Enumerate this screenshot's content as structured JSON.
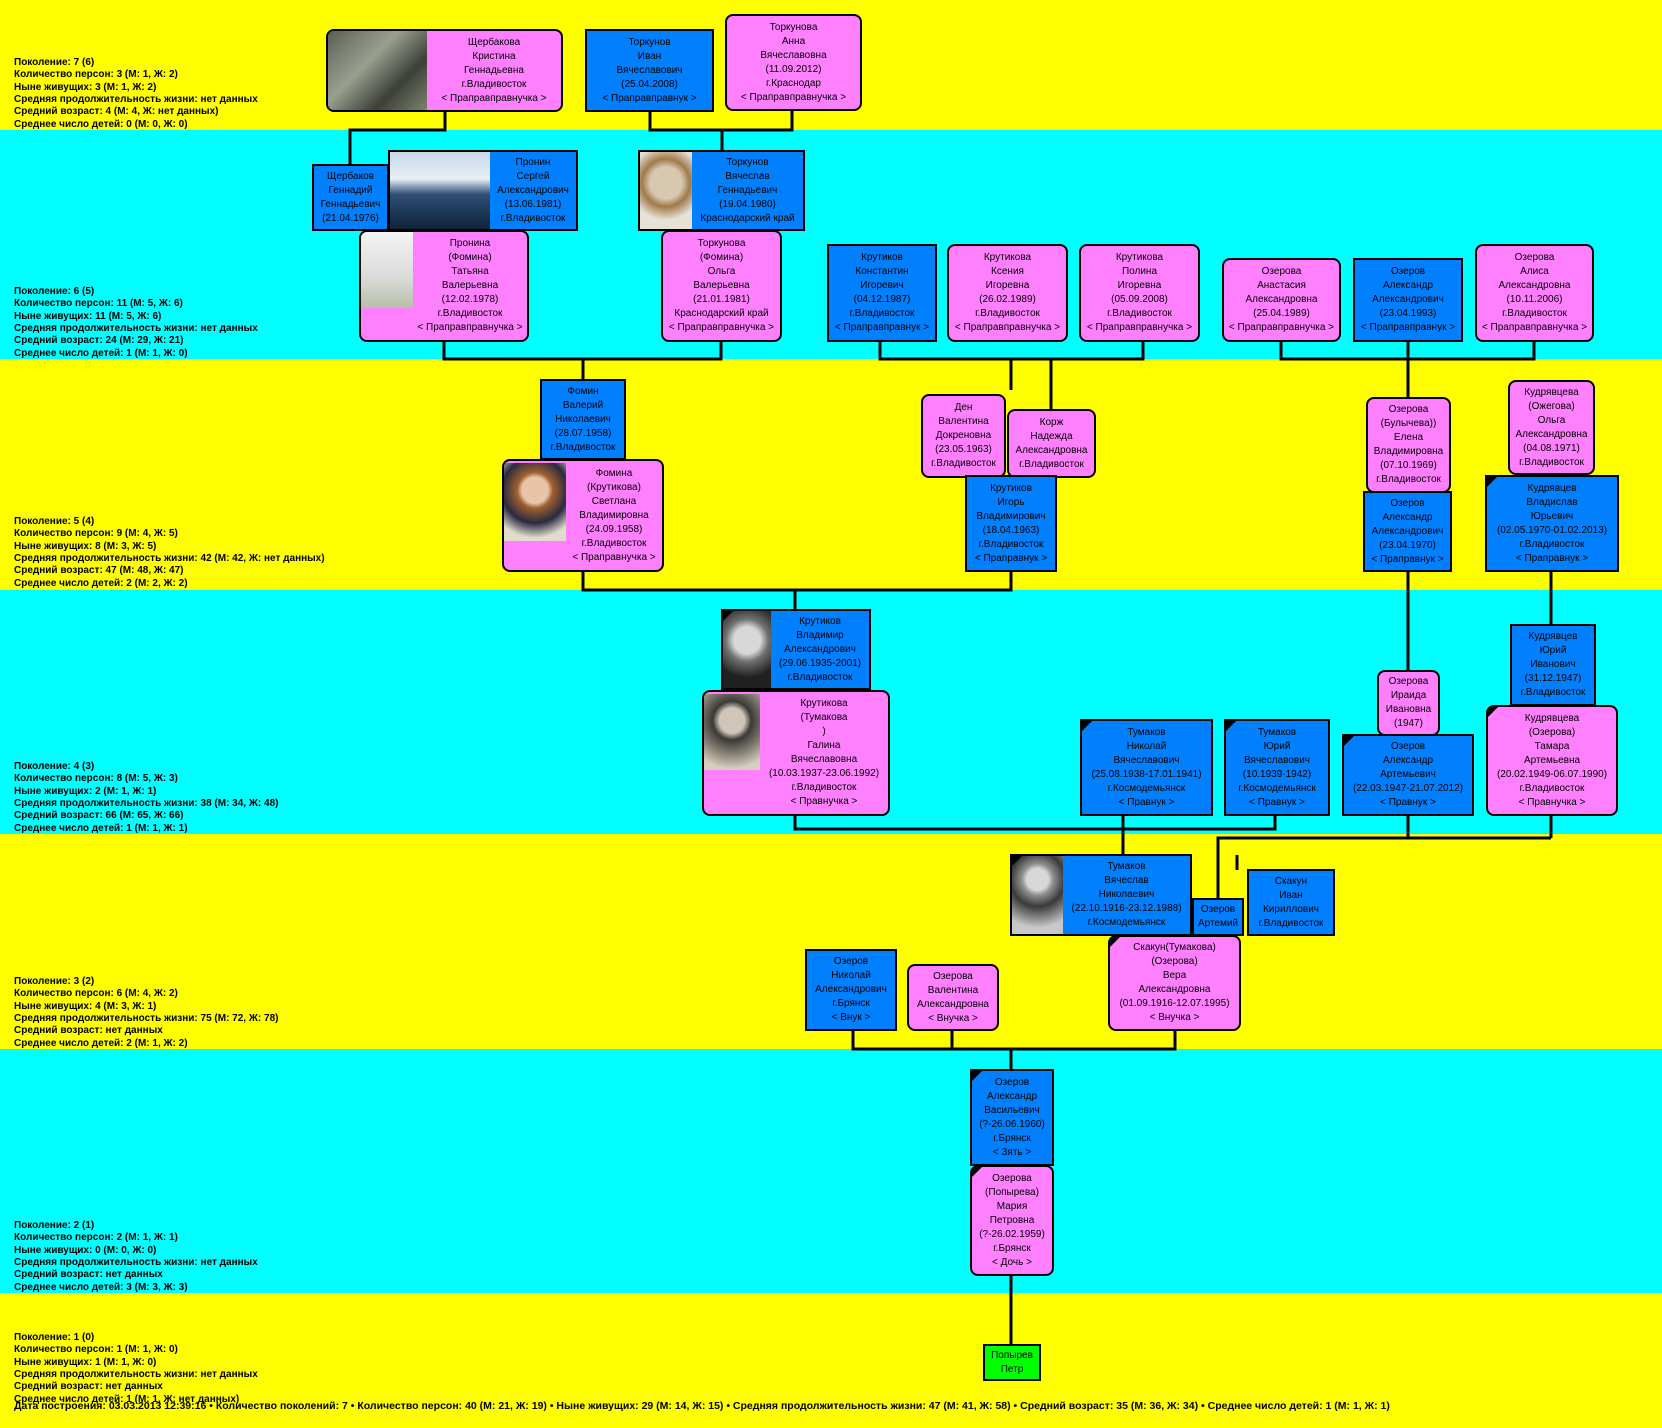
{
  "generations": [
    {
      "lines": [
        "Поколение: 7 (6)",
        "Количество персон: 3 (М: 1, Ж: 2)",
        "Ныне живущих: 3 (М: 1, Ж: 2)",
        "Средняя продолжительность жизни: нет данных",
        "Средний возраст: 4 (М: 4, Ж: нет данных)",
        "Среднее число детей: 0 (М: 0, Ж: 0)"
      ]
    },
    {
      "lines": [
        "Поколение: 6 (5)",
        "Количество персон: 11 (М: 5, Ж: 6)",
        "Ныне живущих: 11 (М: 5, Ж: 6)",
        "Средняя продолжительность жизни: нет данных",
        "Средний возраст: 24 (М: 29, Ж: 21)",
        "Среднее число детей: 1 (М: 1, Ж: 0)"
      ]
    },
    {
      "lines": [
        "Поколение: 5 (4)",
        "Количество персон: 9 (М: 4, Ж: 5)",
        "Ныне живущих: 8 (М: 3, Ж: 5)",
        "Средняя продолжительность жизни: 42 (М: 42, Ж: нет данных)",
        "Средний возраст: 47 (М: 48, Ж: 47)",
        "Среднее число детей: 2 (М: 2, Ж: 2)"
      ]
    },
    {
      "lines": [
        "Поколение: 4 (3)",
        "Количество персон: 8 (М: 5, Ж: 3)",
        "Ныне живущих: 2 (М: 1, Ж: 1)",
        "Средняя продолжительность жизни: 38 (М: 34, Ж: 48)",
        "Средний возраст: 66 (М: 65, Ж: 66)",
        "Среднее число детей: 1 (М: 1, Ж: 1)"
      ]
    },
    {
      "lines": [
        "Поколение: 3 (2)",
        "Количество персон: 6 (М: 4, Ж: 2)",
        "Ныне живущих: 4 (М: 3, Ж: 1)",
        "Средняя продолжительность жизни: 75 (М: 72, Ж: 78)",
        "Средний возраст: нет данных",
        "Среднее число детей: 2 (М: 1, Ж: 2)"
      ]
    },
    {
      "lines": [
        "Поколение: 2 (1)",
        "Количество персон: 2 (М: 1, Ж: 1)",
        "Ныне живущих: 0 (М: 0, Ж: 0)",
        "Средняя продолжительность жизни: нет данных",
        "Средний возраст: нет данных",
        "Среднее число детей: 3 (М: 3, Ж: 3)"
      ]
    },
    {
      "lines": [
        "Поколение: 1 (0)",
        "Количество персон: 1 (М: 1, Ж: 0)",
        "Ныне живущих: 1 (М: 1, Ж: 0)",
        "Средняя продолжительность жизни: нет данных",
        "Средний возраст: нет данных",
        "Среднее число детей: 1 (М: 1, Ж: нет данных)"
      ]
    }
  ],
  "persons": [
    {
      "id": "p_scherbakova_k",
      "sex": "f",
      "photo": "child-portrait",
      "lines": [
        "Щербакова",
        "Кристина",
        "Геннадьевна",
        "г.Владивосток",
        "< Праправправнучка >"
      ]
    },
    {
      "id": "p_torkunov_i",
      "sex": "m",
      "lines": [
        "Торкунов",
        "Иван",
        "Вячеславович",
        "(25.04.2008)",
        "< Праправправнук >"
      ]
    },
    {
      "id": "p_torkunova_a",
      "sex": "f",
      "lines": [
        "Торкунова",
        "Анна",
        "Вячеславовна",
        "(11.09.2012)",
        "г.Краснодар",
        "< Праправправнучка >"
      ]
    },
    {
      "id": "p_scherbakov_g",
      "sex": "m",
      "lines": [
        "Щербаков",
        "Геннадий",
        "Геннадьевич",
        "(21.04.1976)"
      ]
    },
    {
      "id": "p_pronin_s",
      "sex": "m",
      "photo": "landscape-portrait",
      "lines": [
        "Пронин",
        "Сергей",
        "Александрович",
        "(13.06.1981)",
        "г.Владивосток"
      ]
    },
    {
      "id": "p_torkunov_v",
      "sex": "m",
      "photo": "woman-portrait",
      "lines": [
        "Торкунов",
        "Вячеслав",
        "Геннадьевич",
        "(19.04.1980)",
        "Краснодарский край"
      ]
    },
    {
      "id": "p_pronina_t",
      "sex": "f",
      "photo": "bride-portrait",
      "lines": [
        "Пронина",
        "(Фомина)",
        "Татьяна",
        "Валерьевна",
        "(12.02.1978)",
        "г.Владивосток",
        "< Праправправнучка >"
      ]
    },
    {
      "id": "p_torkunova_o",
      "sex": "f",
      "lines": [
        "Торкунова",
        "(Фомина)",
        "Ольга",
        "Валерьевна",
        "(21.01.1981)",
        "Краснодарский край",
        "< Праправправнучка >"
      ]
    },
    {
      "id": "p_krutikov_k",
      "sex": "m",
      "lines": [
        "Крутиков",
        "Константин",
        "Игоревич",
        "(04.12.1987)",
        "г.Владивосток",
        "< Праправправнук >"
      ]
    },
    {
      "id": "p_krutikova_k",
      "sex": "f",
      "lines": [
        "Крутикова",
        "Ксения",
        "Игоревна",
        "(26.02.1989)",
        "г.Владивосток",
        "< Праправправнучка >"
      ]
    },
    {
      "id": "p_krutikova_p",
      "sex": "f",
      "lines": [
        "Крутикова",
        "Полина",
        "Игоревна",
        "(05.09.2008)",
        "г.Владивосток",
        "< Праправправнучка >"
      ]
    },
    {
      "id": "p_ozerova_an",
      "sex": "f",
      "lines": [
        "Озерова",
        "Анастасия",
        "Александровна",
        "(25.04.1989)",
        "< Праправправнучка >"
      ]
    },
    {
      "id": "p_ozerov_a6",
      "sex": "m",
      "lines": [
        "Озеров",
        "Александр",
        "Александрович",
        "(23.04.1993)",
        "< Праправправнук >"
      ]
    },
    {
      "id": "p_ozerova_al",
      "sex": "f",
      "lines": [
        "Озерова",
        "Алиса",
        "Александровна",
        "(10.11.2006)",
        "г.Владивосток",
        "< Праправправнучка >"
      ]
    },
    {
      "id": "p_fomin_v",
      "sex": "m",
      "lines": [
        "Фомин",
        "Валерий",
        "Николаевич",
        "(28.07.1958)",
        "г.Владивосток"
      ]
    },
    {
      "id": "p_fomina_s",
      "sex": "f",
      "photo": "woman-portrait",
      "lines": [
        "Фомина",
        "(Крутикова)",
        "Светлана",
        "Владимировна",
        "(24.09.1958)",
        "г.Владивосток",
        "< Праправнучка >"
      ]
    },
    {
      "id": "p_den_v",
      "sex": "f",
      "lines": [
        "Ден",
        "Валентина",
        "Докреновна",
        "(23.05.1963)",
        "г.Владивосток"
      ]
    },
    {
      "id": "p_korzh_n",
      "sex": "f",
      "lines": [
        "Корж",
        "Надежда",
        "Александровна",
        "г.Владивосток"
      ]
    },
    {
      "id": "p_krutikov_i",
      "sex": "m",
      "lines": [
        "Крутиков",
        "Игорь",
        "Владимирович",
        "(18.04.1963)",
        "г.Владивосток",
        "< Праправнук >"
      ]
    },
    {
      "id": "p_ozerova_e",
      "sex": "f",
      "lines": [
        "Озерова",
        "(Булычева))",
        "Елена",
        "Владимировна",
        "(07.10.1969)",
        "г.Владивосток"
      ]
    },
    {
      "id": "p_ozerov_a5",
      "sex": "m",
      "lines": [
        "Озеров",
        "Александр",
        "Александрович",
        "(23.04.1970)",
        "< Праправнук >"
      ]
    },
    {
      "id": "p_kudryavtseva_o",
      "sex": "f",
      "lines": [
        "Кудрявцева",
        "(Ожегова)",
        "Ольга",
        "Александровна",
        "(04.08.1971)",
        "г.Владивосток"
      ]
    },
    {
      "id": "p_kudryavtsev_v",
      "sex": "m",
      "dead": true,
      "lines": [
        "Кудрявцев",
        "Владислав",
        "Юрьевич",
        "(02.05.1970-01.02.2013)",
        "г.Владивосток",
        "< Праправнук >"
      ]
    },
    {
      "id": "p_krutikov_v",
      "sex": "m",
      "dead": true,
      "photo": "man-portrait",
      "lines": [
        "Крутиков",
        "Владимир",
        "Александрович",
        "(29.06.1935-2001)",
        "г.Владивосток"
      ]
    },
    {
      "id": "p_krutikova_g",
      "sex": "f",
      "photo": "woman-portrait",
      "lines": [
        "Крутикова",
        "(Тумакова",
        ")",
        "Галина",
        "Вячеславовна",
        "(10.03.1937-23.06.1992)",
        "г.Владивосток",
        "< Правнучка >"
      ]
    },
    {
      "id": "p_tumakov_n",
      "sex": "m",
      "dead": true,
      "lines": [
        "Тумаков",
        "Николай",
        "Вячеславович",
        "(25.08.1938-17.01.1941)",
        "г.Космодемьянск",
        "< Правнук >"
      ]
    },
    {
      "id": "p_tumakov_y",
      "sex": "m",
      "dead": true,
      "lines": [
        "Тумаков",
        "Юрий",
        "Вячеславович",
        "(10.1939-1942)",
        "г.Космодемьянск",
        "< Правнук >"
      ]
    },
    {
      "id": "p_ozerova_i",
      "sex": "f",
      "lines": [
        "Озерова",
        "Ираида",
        "Ивановна",
        "(1947)"
      ]
    },
    {
      "id": "p_ozerov_a4",
      "sex": "m",
      "dead": true,
      "lines": [
        "Озеров",
        "Александр",
        "Артемьевич",
        "(22.03.1947-21.07.2012)",
        "< Правнук >"
      ]
    },
    {
      "id": "p_kudryavtsev_y",
      "sex": "m",
      "lines": [
        "Кудрявцев",
        "Юрий",
        "Иванович",
        "(31.12.1947)",
        "г.Владивосток"
      ]
    },
    {
      "id": "p_kudryavtseva_t",
      "sex": "f",
      "dead": true,
      "lines": [
        "Кудрявцева",
        "(Озерова)",
        "Тамара",
        "Артемьевна",
        "(20.02.1949-06.07.1990)",
        "г.Владивосток",
        "< Правнучка >"
      ]
    },
    {
      "id": "p_tumakov_v",
      "sex": "m",
      "dead": true,
      "photo": "veteran-portrait",
      "lines": [
        "Тумаков",
        "Вячеслав",
        "Николаевич",
        "(22.10.1916-23.12.1988)",
        "г.Космодемьянск"
      ]
    },
    {
      "id": "p_ozerov_art",
      "sex": "m",
      "lines": [
        "Озеров",
        "Артемий"
      ]
    },
    {
      "id": "p_skakun_i",
      "sex": "m",
      "lines": [
        "Скакун",
        "Иван",
        "Кириллович",
        "г.Владивосток"
      ]
    },
    {
      "id": "p_ozerov_n",
      "sex": "m",
      "lines": [
        "Озеров",
        "Николай",
        "Александрович",
        "г.Брянск",
        "< Внук >"
      ]
    },
    {
      "id": "p_ozerova_v",
      "sex": "f",
      "lines": [
        "Озерова",
        "Валентина",
        "Александровна",
        "< Внучка >"
      ]
    },
    {
      "id": "p_skakun_v",
      "sex": "f",
      "dead": true,
      "lines": [
        "Скакун(Тумакова)",
        "(Озерова)",
        "Вера",
        "Александровна",
        "(01.09.1916-12.07.1995)",
        "< Внучка >"
      ]
    },
    {
      "id": "p_ozerov_a2",
      "sex": "m",
      "dead": true,
      "lines": [
        "Озеров",
        "Александр",
        "Васильевич",
        "(?-26.06.1960)",
        "г.Брянск",
        "< Зять >"
      ]
    },
    {
      "id": "p_ozerova_m",
      "sex": "f",
      "dead": true,
      "lines": [
        "Озерова",
        "(Попырева)",
        "Мария",
        "Петровна",
        "(?-26.02.1959)",
        "г.Брянск",
        "< Дочь >"
      ]
    },
    {
      "id": "p_popyrev_p",
      "sex": "root",
      "lines": [
        "Попырев",
        "Петр"
      ]
    }
  ],
  "footer": "Дата построения: 03.03.2013 12:39:16 • Количество поколений: 7 • Количество персон: 40 (М: 21, Ж: 19) • Ныне живущих: 29 (М: 14, Ж: 15) • Средняя продолжительность жизни: 47 (М: 41, Ж: 58) • Средний возраст: 35 (М: 36, Ж: 34) • Среднее число детей: 1 (М: 1, Ж: 1)",
  "colors": {
    "band_yellow": "#ffff00",
    "band_cyan": "#00ffff",
    "male": "#0080ff",
    "female": "#ff80ff",
    "root": "#00ff00"
  }
}
